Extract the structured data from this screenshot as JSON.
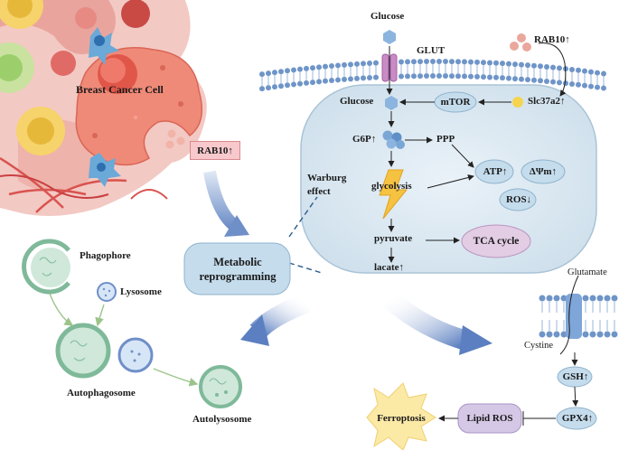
{
  "cancer": {
    "cell_label": "Breast Cancer Cell",
    "rab10_box": "RAB10↑"
  },
  "metabolic": {
    "title_line1": "Metabolic",
    "title_line2": "reprogramming"
  },
  "metabolism": {
    "glucose_outside": "Glucose",
    "glut": "GLUT",
    "rab10": "RAB10↑",
    "glucose_inside": "Glucose",
    "mtor": "mTOR",
    "slc": "Slc37a2↑",
    "g6p": "G6P↑",
    "ppp": "PPP",
    "warburg_line1": "Warburg",
    "warburg_line2": "effect",
    "glycolysis": "glycolysis",
    "atp": "ATP↑",
    "dpsi": "ΔΨm↑",
    "ros": "ROS↓",
    "pyruvate": "pyruvate",
    "tca": "TCA cycle",
    "lactate": "lacate↑"
  },
  "autophagy": {
    "phagophore": "Phagophore",
    "lysosome": "Lysosome",
    "autophagosome": "Autophagosome",
    "autolysosome": "Autolysosome"
  },
  "ferroptosis": {
    "glutamate": "Glutamate",
    "cystine": "Cystine",
    "gsh": "GSH↑",
    "gpx4": "GPX4↑",
    "lipid_ros": "Lipid ROS",
    "ferroptosis": "Ferroptosis"
  },
  "colors": {
    "cell_fill": "#dbe8f1",
    "cell_stroke": "#8fb3cc",
    "node_fill": "#c5dced",
    "tca_fill": "#e2cde4",
    "rab10_fill": "#f7c8cc",
    "lightning": "#f5c242",
    "ferroptosis_burst": "#fbe9a6",
    "vesicle": "#b9dcc9",
    "arrow_blue": "#6f8fc8"
  }
}
